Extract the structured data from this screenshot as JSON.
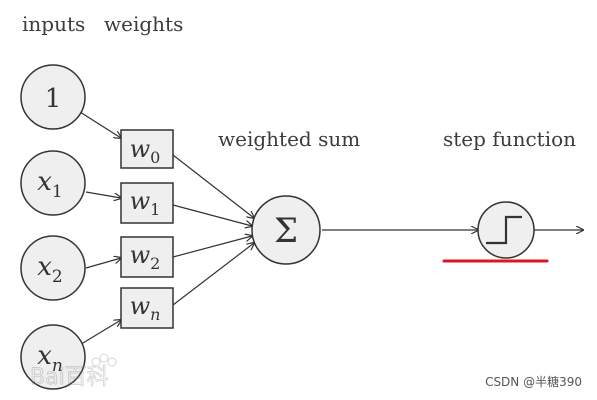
{
  "labels": {
    "inputs": "inputs",
    "weights": "weights",
    "weighted_sum": "weighted sum",
    "step_function": "step function"
  },
  "inputs": [
    {
      "base": "1",
      "sub": ""
    },
    {
      "base": "x",
      "sub": "1"
    },
    {
      "base": "x",
      "sub": "2"
    },
    {
      "base": "x",
      "sub": "n"
    }
  ],
  "weights": [
    {
      "base": "w",
      "sub": "0"
    },
    {
      "base": "w",
      "sub": "1"
    },
    {
      "base": "w",
      "sub": "2"
    },
    {
      "base": "w",
      "sub": "n"
    }
  ],
  "sum_symbol": "Σ",
  "colors": {
    "node_fill": "#efefef",
    "stroke": "#333333",
    "highlight": "#e0141e",
    "watermark": "#8a8a8a"
  },
  "watermark": {
    "baidu": "Bai百科",
    "csdn": "CSDN @半糖390"
  }
}
